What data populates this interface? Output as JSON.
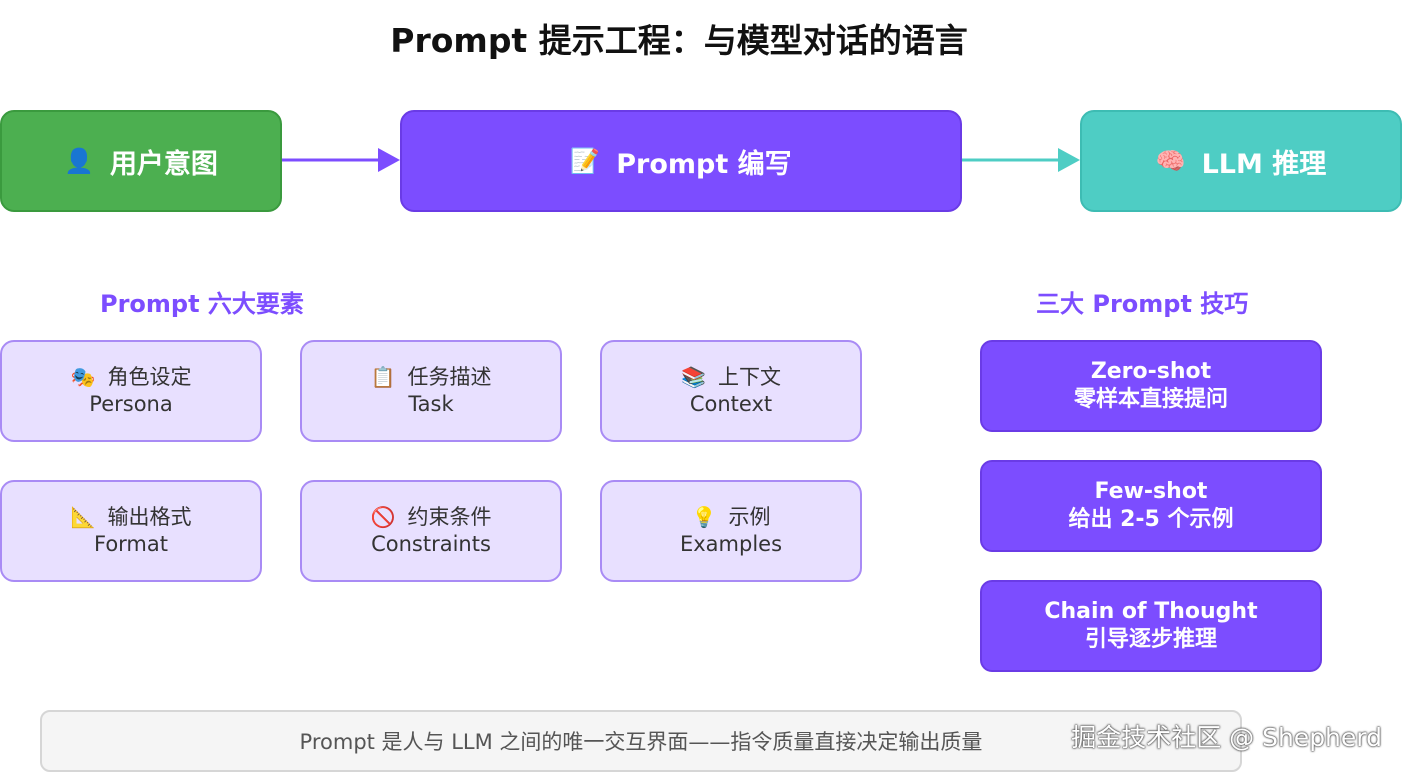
{
  "title": "Prompt 提示工程：与模型对话的语言",
  "flow": [
    {
      "icon": "👤",
      "icon_name": "user-icon",
      "label": "用户意图",
      "color": "#4caf50"
    },
    {
      "icon": "📝",
      "icon_name": "memo-icon",
      "label": "Prompt 编写",
      "color": "#7c4dff"
    },
    {
      "icon": "🧠",
      "icon_name": "brain-icon",
      "label": "LLM 推理",
      "color": "#4ecdc4"
    }
  ],
  "elements_title": "Prompt 六大要素",
  "elements": [
    {
      "icon": "🎭",
      "icon_name": "theater-masks-icon",
      "zh": "角色设定",
      "en": "Persona"
    },
    {
      "icon": "📋",
      "icon_name": "clipboard-icon",
      "zh": "任务描述",
      "en": "Task"
    },
    {
      "icon": "📚",
      "icon_name": "books-icon",
      "zh": "上下文",
      "en": "Context"
    },
    {
      "icon": "📐",
      "icon_name": "triangle-ruler-icon",
      "zh": "输出格式",
      "en": "Format"
    },
    {
      "icon": "🚫",
      "icon_name": "prohibited-icon",
      "zh": "约束条件",
      "en": "Constraints"
    },
    {
      "icon": "💡",
      "icon_name": "lightbulb-icon",
      "zh": "示例",
      "en": "Examples"
    }
  ],
  "tips_title": "三大 Prompt 技巧",
  "tips": [
    {
      "en": "Zero-shot",
      "zh": "零样本直接提问"
    },
    {
      "en": "Few-shot",
      "zh": "给出 2-5 个示例"
    },
    {
      "en": "Chain of Thought",
      "zh": "引导逐步推理"
    }
  ],
  "footer_note": "Prompt 是人与 LLM 之间的唯一交互界面——指令质量直接决定输出质量",
  "watermark": "掘金技术社区 @ Shepherd",
  "colors": {
    "arrow1": "#7c4dff",
    "arrow2": "#4ecdc4",
    "accent": "#7c4dff"
  }
}
